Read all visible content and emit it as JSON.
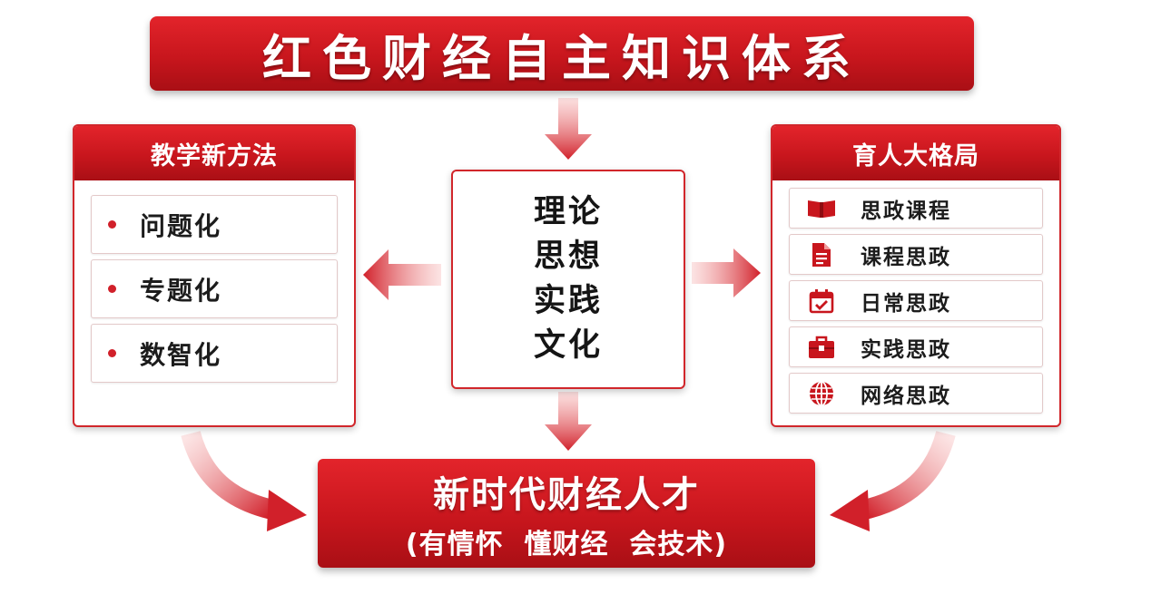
{
  "title": "红色财经自主知识体系",
  "left_panel": {
    "header": "教学新方法",
    "items": [
      {
        "label": "问题化"
      },
      {
        "label": "专题化"
      },
      {
        "label": "数智化"
      }
    ]
  },
  "center": {
    "lines": [
      "理论",
      "思想",
      "实践",
      "文化"
    ]
  },
  "right_panel": {
    "header": "育人大格局",
    "items": [
      {
        "label": "思政课程",
        "icon": "book-icon"
      },
      {
        "label": "课程思政",
        "icon": "document-icon"
      },
      {
        "label": "日常思政",
        "icon": "calendar-check-icon"
      },
      {
        "label": "实践思政",
        "icon": "briefcase-icon"
      },
      {
        "label": "网络思政",
        "icon": "globe-icon"
      }
    ]
  },
  "bottom": {
    "title": "新时代财经人才",
    "subtitle": "(有情怀  懂财经  会技术)"
  },
  "colors": {
    "primary_red": "#d1202a",
    "dark_red": "#a90f15"
  }
}
